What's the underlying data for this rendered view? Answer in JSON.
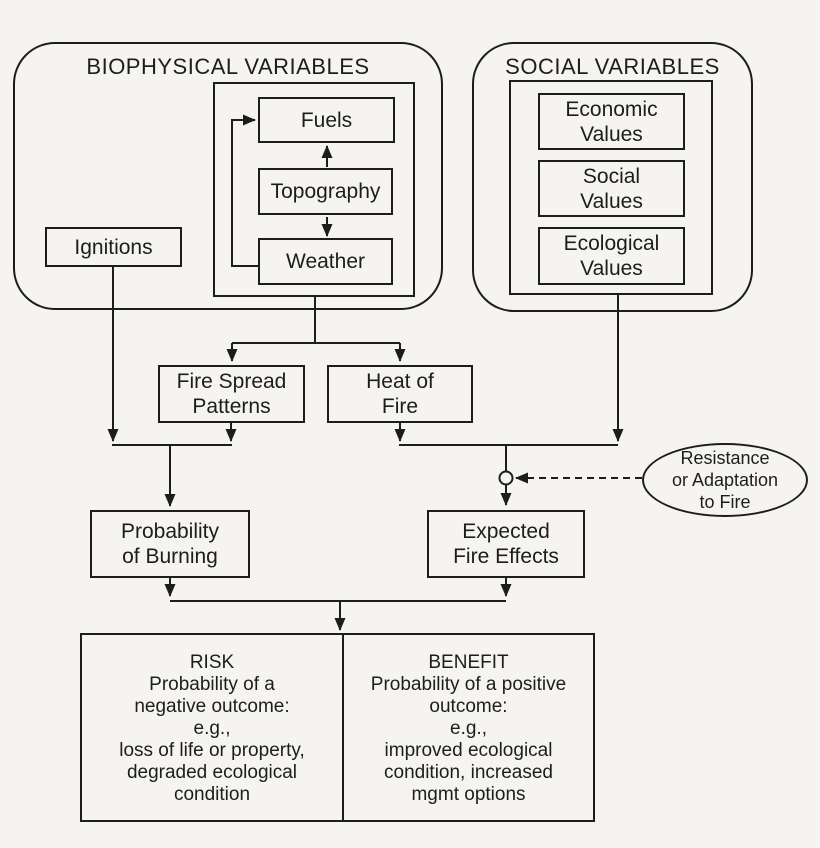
{
  "figure": {
    "background_color": "#f5f4f2",
    "line_color": "#1d1d1b"
  },
  "groups": {
    "biophysical": {
      "title": "BIOPHYSICAL VARIABLES"
    },
    "social": {
      "title": "SOCIAL VARIABLES"
    }
  },
  "nodes": {
    "fuels": {
      "label": "Fuels"
    },
    "topography": {
      "label": "Topography"
    },
    "weather": {
      "label": "Weather"
    },
    "ignitions": {
      "label": "Ignitions"
    },
    "economic_values": {
      "label": "Economic\nValues"
    },
    "social_values": {
      "label": "Social\nValues"
    },
    "ecological_values": {
      "label": "Ecological\nValues"
    },
    "fire_spread_patterns": {
      "label": "Fire Spread\nPatterns"
    },
    "heat_of_fire": {
      "label": "Heat of\nFire"
    },
    "probability_of_burning": {
      "label": "Probability\nof Burning"
    },
    "expected_fire_effects": {
      "label": "Expected\nFire Effects"
    },
    "resistance_adaptation": {
      "label": "Resistance\nor Adaptation\nto Fire"
    }
  },
  "outcomes": {
    "risk": {
      "heading": "RISK",
      "body": "Probability of a\nnegative outcome:\ne.g.,\nloss of life or property,\ndegraded ecological\ncondition"
    },
    "benefit": {
      "heading": "BENEFIT",
      "body": "Probability of a positive\noutcome:\ne.g.,\nimproved ecological\ncondition, increased\nmgmt options"
    }
  }
}
